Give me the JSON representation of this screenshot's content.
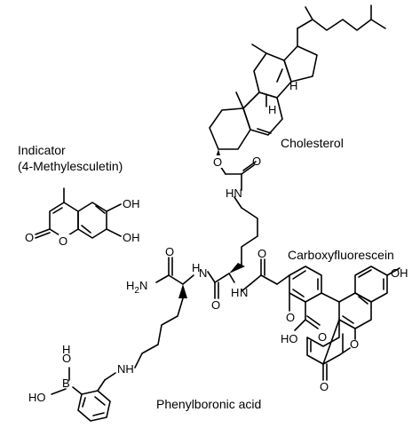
{
  "captions": {
    "indicator_line1": "Indicator",
    "indicator_line2": "(4-Methylesculetin)",
    "cholesterol": "Cholesterol",
    "carboxyfluorescein": "Carboxyfluorescein",
    "phenylboronic": "Phenylboronic acid"
  },
  "atoms": {
    "oh": "OH",
    "o": "O",
    "h": "H",
    "hn": "HN",
    "nh": "NH",
    "n": "N",
    "h2n": "H2N",
    "b": "B",
    "ho": "HO",
    "hoo": "HO"
  }
}
